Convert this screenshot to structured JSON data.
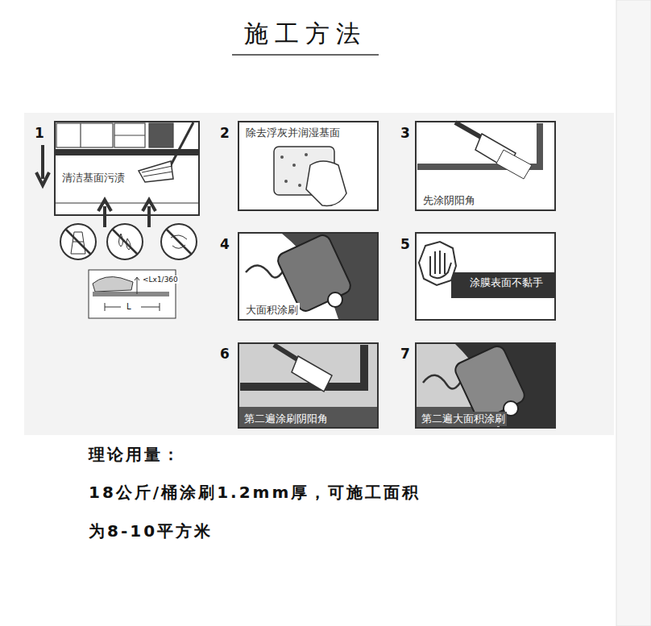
{
  "diagram": {
    "title": "施工方法",
    "nodes": [
      {
        "text": [
          "清洁基面污渍"
        ]
      },
      {
        "text": [
          "除去浮灰并润湿基面"
        ]
      },
      {
        "text": [
          "先涂阴阳角"
        ]
      },
      {
        "text": [
          "大面积涂刷"
        ]
      },
      {
        "text": [
          "涂膜表面不黏手"
        ]
      },
      {
        "text": [
          "第二遍涂刷阴阳角"
        ]
      },
      {
        "text": [
          "第二遍大面积涂刷"
        ]
      }
    ],
    "labels": [
      "1",
      "2",
      "3",
      "4",
      "5",
      "6",
      "7",
      "<Lx1/360",
      "L",
      "理论用量：",
      "18公斤/桶涂刷1.2mm厚，可施工面积",
      "为8-10平方米"
    ]
  }
}
